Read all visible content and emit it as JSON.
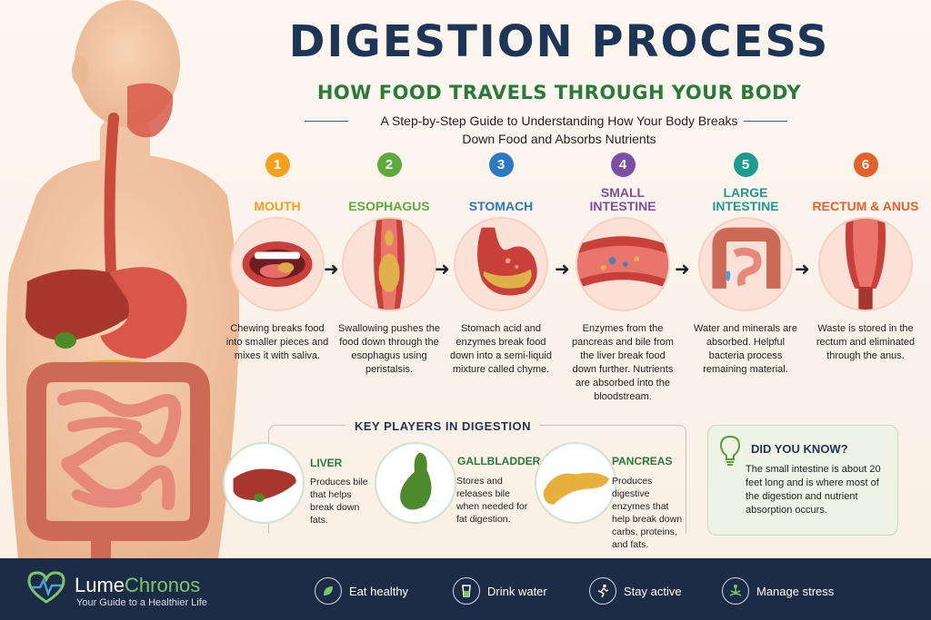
{
  "header": {
    "title": "DIGESTION PROCESS",
    "subtitle": "HOW FOOD TRAVELS THROUGH YOUR BODY",
    "tagline": "A Step-by-Step Guide to Understanding How Your Body Breaks Down Food and Absorbs Nutrients"
  },
  "steps": [
    {
      "num": "1",
      "title": "MOUTH",
      "color": "#f4a11d",
      "text": "Chewing breaks food into smaller pieces and mixes it with saliva."
    },
    {
      "num": "2",
      "title": "ESOPHAGUS",
      "color": "#5fa83b",
      "text": "Swallowing pushes the food down through the esophagus using peristalsis."
    },
    {
      "num": "3",
      "title": "STOMACH",
      "color": "#2b79c2",
      "text": "Stomach acid and enzymes break food down into a semi-liquid mixture called chyme."
    },
    {
      "num": "4",
      "title": "SMALL\nINTESTINE",
      "color": "#7b4fa6",
      "text": "Enzymes from the pancreas and bile from the liver break food down further. Nutrients are absorbed into the bloodstream."
    },
    {
      "num": "5",
      "title": "LARGE\nINTESTINE",
      "color": "#1f9a8f",
      "text": "Water and minerals are absorbed. Helpful bacteria process remaining material."
    },
    {
      "num": "6",
      "title": "RECTUM & ANUS",
      "color": "#e3622b",
      "text": "Waste is stored in the rectum and eliminated through the anus."
    }
  ],
  "key_players": {
    "title": "KEY PLAYERS IN DIGESTION",
    "items": [
      {
        "name": "LIVER",
        "text": "Produces bile that helps break down fats."
      },
      {
        "name": "GALLBLADDER",
        "text": "Stores and releases bile when needed for fat digestion."
      },
      {
        "name": "PANCREAS",
        "text": "Produces digestive enzymes that help break down carbs, proteins, and fats."
      }
    ]
  },
  "did_you_know": {
    "title": "DID YOU KNOW?",
    "text": "The small intestine is about 20 feet long and is where most of the digestion and nutrient absorption occurs."
  },
  "footer": {
    "brand_a": "Lume",
    "brand_b": "Chronos",
    "brand_sub": "Your Guide to a Healthier Life",
    "items": [
      {
        "label": "Eat healthy",
        "icon": "leaf-icon"
      },
      {
        "label": "Drink water",
        "icon": "glass-icon"
      },
      {
        "label": "Stay active",
        "icon": "runner-icon"
      },
      {
        "label": "Manage stress",
        "icon": "meditation-icon"
      }
    ]
  },
  "colors": {
    "title": "#1d3557",
    "subtitle": "#2a7a3b",
    "footer": "#1c2c46",
    "accent": "#7ec46b"
  }
}
